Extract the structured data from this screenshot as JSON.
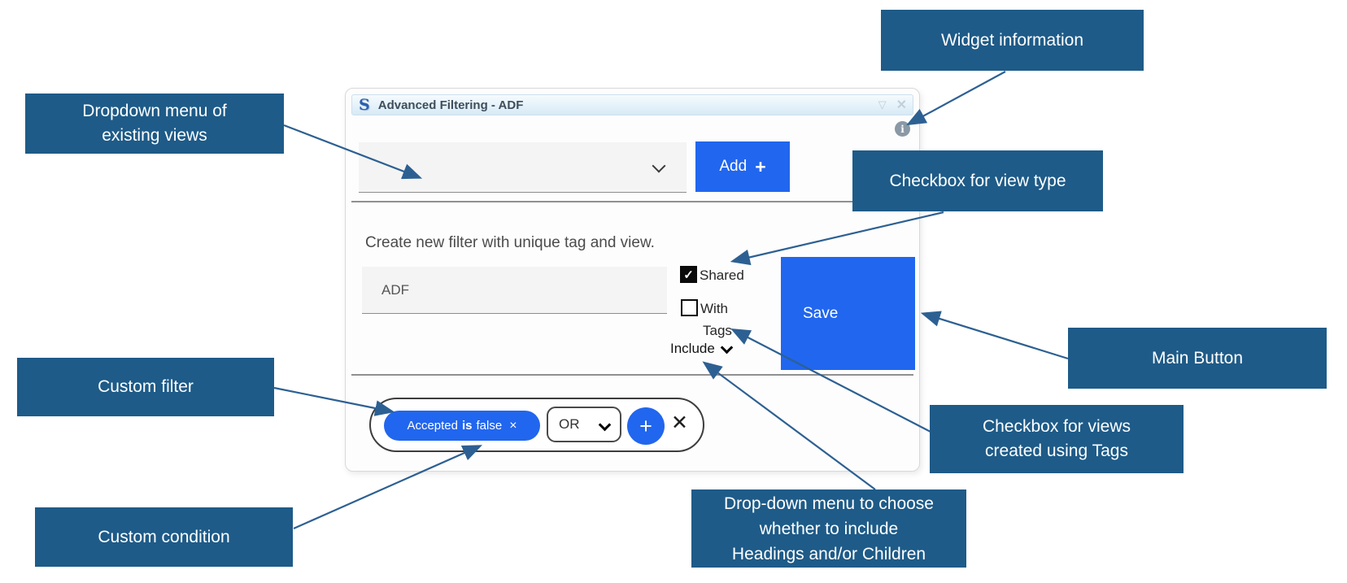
{
  "widget": {
    "logo": "S",
    "title": "Advanced Filtering - ADF",
    "titlebar_icons": {
      "collapse": "▽",
      "close": "✕"
    },
    "info_icon_glyph": "i",
    "views_dropdown": {
      "selected_value": ""
    },
    "add_button": {
      "label": "Add",
      "plus": "+"
    },
    "create_filter_text": "Create new filter with unique tag and view.",
    "filter_name_input": {
      "value": "ADF"
    },
    "shared_checkbox": {
      "label": "Shared",
      "checked": true,
      "checkmark": "✓"
    },
    "with_tags_checkbox": {
      "label_line1": "With",
      "label_line2": "Tags",
      "checked": false
    },
    "include_dropdown": {
      "label": "Include"
    },
    "save_button": {
      "label": "Save"
    },
    "condition_group": {
      "chip": {
        "field": "Accepted",
        "operator": "is",
        "value": "false",
        "remove": "×"
      },
      "join_dropdown": {
        "value": "OR"
      },
      "add_condition_glyph": "+",
      "remove_group_glyph": "✕"
    }
  },
  "callouts": {
    "widget_information": {
      "line1": "Widget information"
    },
    "dropdown_views": {
      "line1": "Dropdown menu of",
      "line2": "existing views"
    },
    "checkbox_view_type": {
      "line1": "Checkbox for view type"
    },
    "main_button": {
      "line1": "Main Button"
    },
    "checkbox_tags": {
      "line1": "Checkbox for views",
      "line2": "created using Tags"
    },
    "custom_filter": {
      "line1": "Custom filter"
    },
    "custom_condition": {
      "line1": "Custom condition"
    },
    "include_dropdown": {
      "line1": "Drop-down menu to choose",
      "line2": "whether to include",
      "line3": "Headings and/or Children"
    }
  },
  "colors": {
    "callout_bg": "#1e5b88",
    "arrow": "#2d6092",
    "primary_blue": "#2166ee",
    "titlebar_gradient_from": "#f5fbfe",
    "titlebar_gradient_to": "#d8eaf6",
    "field_bg": "#f4f4f4"
  }
}
